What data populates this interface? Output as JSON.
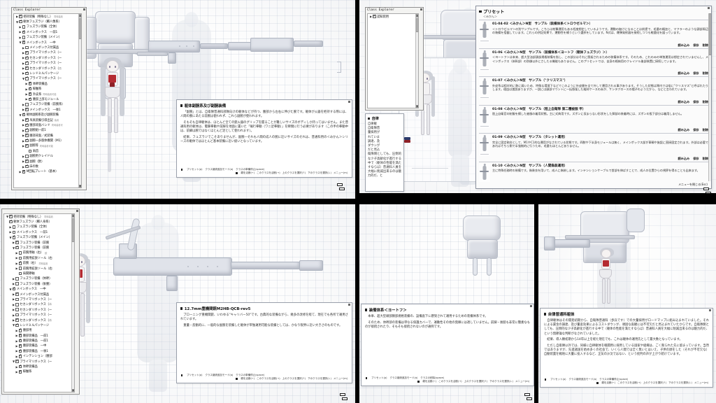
{
  "app": {
    "window_title": "Class Explorer",
    "menu_close_hint": "メニューを閉じる(Esc)"
  },
  "tree_top_left": {
    "title": "Class Explorer",
    "items": [
      {
        "depth": 1,
        "arrow": "▶",
        "checked": true,
        "label": "把持装備（特殊なし）",
        "note": "同時装着"
      },
      {
        "depth": 1,
        "arrow": "▼",
        "checked": true,
        "label": "躯体フュズラジ（鱗人像系）",
        "note": ""
      },
      {
        "depth": 2,
        "arrow": "▶",
        "checked": false,
        "label": "フュズラジ装備（全体）",
        "note": ""
      },
      {
        "depth": 2,
        "arrow": "▶",
        "checked": true,
        "label": "メインボックス　―前1",
        "note": ""
      },
      {
        "depth": 2,
        "arrow": "▶",
        "checked": false,
        "label": "フュズラジ装備（メイン）",
        "note": ""
      },
      {
        "depth": 2,
        "arrow": "▼",
        "checked": true,
        "label": "メインボックス　―中",
        "note": ""
      },
      {
        "depth": 3,
        "arrow": "▶",
        "checked": false,
        "label": "メインボックス付属品",
        "note": ""
      },
      {
        "depth": 3,
        "arrow": "▶",
        "checked": true,
        "label": "プライマリボックス（ー",
        "note": ""
      },
      {
        "depth": 3,
        "arrow": "▶",
        "checked": true,
        "label": "セカンダリボックス（ー",
        "note": ""
      },
      {
        "depth": 3,
        "arrow": "▶",
        "checked": true,
        "label": "プライマリボックス（ー",
        "note": ""
      },
      {
        "depth": 3,
        "arrow": "▶",
        "checked": true,
        "label": "セカンダリボックス（ニ",
        "note": ""
      },
      {
        "depth": 3,
        "arrow": "▶",
        "checked": true,
        "label": "レンドミルパッケージ",
        "note": ""
      },
      {
        "depth": 3,
        "arrow": "▼",
        "checked": true,
        "label": "プライマリボックス（ー",
        "note": ""
      },
      {
        "depth": 4,
        "arrow": "▶",
        "checked": true,
        "label": "体幹装備品",
        "note": ""
      },
      {
        "depth": 4,
        "arrow": "▶",
        "checked": true,
        "label": "稼働系",
        "note": ""
      },
      {
        "depth": 4,
        "arrow": "▶",
        "checked": true,
        "label": "外皮系",
        "note": "同時装着可能"
      },
      {
        "depth": 4,
        "arrow": "▶",
        "checked": true,
        "label": "腰部上部モジュール",
        "note": ""
      },
      {
        "depth": 3,
        "arrow": "▶",
        "checked": false,
        "label": "フュズラジ装備（前腕系）",
        "note": ""
      },
      {
        "depth": 3,
        "arrow": "▶",
        "checked": true,
        "label": "メインボックス　―後1",
        "note": ""
      },
      {
        "depth": 2,
        "arrow": "▼",
        "checked": true,
        "label": "躯体副腕系及び副腕装備",
        "note": ""
      },
      {
        "depth": 3,
        "arrow": "▶",
        "checked": true,
        "label": "吊具装備引導出記",
        "note": "装着"
      },
      {
        "depth": 3,
        "arrow": "▶",
        "checked": true,
        "label": "腰部背面バンド",
        "note": "同時装着可"
      },
      {
        "depth": 3,
        "arrow": "▶",
        "checked": true,
        "label": "副腕組―前1",
        "note": ""
      },
      {
        "depth": 3,
        "arrow": "▶",
        "checked": true,
        "label": "腰部背面／式装備",
        "note": ""
      },
      {
        "depth": 3,
        "arrow": "▶",
        "checked": true,
        "label": "副腕―多肢体機関（M1）",
        "note": ""
      },
      {
        "depth": 3,
        "arrow": "▶",
        "checked": true,
        "label": "副腕等",
        "note": "同時装着可能"
      },
      {
        "depth": 4,
        "arrow": "",
        "checked": false,
        "label": "肩首",
        "note": ""
      },
      {
        "depth": 3,
        "arrow": "▶",
        "checked": false,
        "label": "副腕用クレイドル",
        "note": ""
      },
      {
        "depth": 3,
        "arrow": "▶",
        "checked": true,
        "label": "副腕（欧）",
        "note": ""
      },
      {
        "depth": 3,
        "arrow": "▶",
        "checked": true,
        "label": "床の数",
        "note": ""
      },
      {
        "depth": 2,
        "arrow": "▶",
        "checked": true,
        "label": "M回転プレート（基本）",
        "note": ""
      }
    ]
  },
  "tree_bottom_left": {
    "title": "",
    "items": [
      {
        "depth": 1,
        "arrow": "▼",
        "checked": true,
        "label": "把持装備（特殊なし）",
        "note": "同時装着"
      },
      {
        "depth": 1,
        "arrow": "",
        "checked": true,
        "label": "躯体フュズラジ（鱗人身系）",
        "note": ""
      },
      {
        "depth": 2,
        "arrow": "▶",
        "checked": false,
        "label": "フュズラジ装備（全体）",
        "note": ""
      },
      {
        "depth": 2,
        "arrow": "▶",
        "checked": false,
        "label": "メインボックス　―前1",
        "note": ""
      },
      {
        "depth": 2,
        "arrow": "▼",
        "checked": true,
        "label": "フュズラジ装備（メイン）",
        "note": ""
      },
      {
        "depth": 3,
        "arrow": "▶",
        "checked": true,
        "label": "フュズラジ装備（前腕",
        "note": ""
      },
      {
        "depth": 3,
        "arrow": "▼",
        "checked": true,
        "label": "フュズラジ装備（前腕",
        "note": ""
      },
      {
        "depth": 4,
        "arrow": "▶",
        "checked": false,
        "label": "前腕用軸（右）",
        "note": "欧"
      },
      {
        "depth": 4,
        "arrow": "▶",
        "checked": false,
        "label": "前腕用拡張ソール（右",
        "note": ""
      },
      {
        "depth": 4,
        "arrow": "▶",
        "checked": true,
        "label": "前腕（右）",
        "note": "同時装着"
      },
      {
        "depth": 4,
        "arrow": "▶",
        "checked": false,
        "label": "前腕用拡張ソール（右",
        "note": ""
      },
      {
        "depth": 4,
        "arrow": "",
        "checked": false,
        "label": "肩関節軸",
        "note": ""
      },
      {
        "depth": 3,
        "arrow": "▶",
        "checked": false,
        "label": "フュズラジ装備（体幹）",
        "note": ""
      },
      {
        "depth": 3,
        "arrow": "▶",
        "checked": false,
        "label": "フュズラジ装備（後腰）",
        "note": ""
      },
      {
        "depth": 2,
        "arrow": "▼",
        "checked": true,
        "label": "メインボックス　―中",
        "note": ""
      },
      {
        "depth": 3,
        "arrow": "▶",
        "checked": true,
        "label": "メインボックス付属品",
        "note": ""
      },
      {
        "depth": 3,
        "arrow": "▶",
        "checked": false,
        "label": "プライマリボックス（ー",
        "note": ""
      },
      {
        "depth": 3,
        "arrow": "▶",
        "checked": false,
        "label": "セカンダリボックス（ニ",
        "note": ""
      },
      {
        "depth": 3,
        "arrow": "▶",
        "checked": false,
        "label": "セカンダリボックス（ー",
        "note": ""
      },
      {
        "depth": 3,
        "arrow": "▶",
        "checked": false,
        "label": "プライマリボックス（ー",
        "note": ""
      },
      {
        "depth": 3,
        "arrow": "▶",
        "checked": true,
        "label": "セカンダリボックス（ニ",
        "note": ""
      },
      {
        "depth": 3,
        "arrow": "▼",
        "checked": true,
        "label": "レンドミルパッケージ",
        "note": ""
      },
      {
        "depth": 4,
        "arrow": "▶",
        "checked": true,
        "label": "腰部用",
        "note": ""
      },
      {
        "depth": 4,
        "arrow": "▶",
        "checked": true,
        "label": "腰部装備品　―前1",
        "note": ""
      },
      {
        "depth": 4,
        "arrow": "▶",
        "checked": true,
        "label": "腰部装備品　―前1",
        "note": ""
      },
      {
        "depth": 4,
        "arrow": "▶",
        "checked": true,
        "label": "腰部装備品　―中",
        "note": ""
      },
      {
        "depth": 4,
        "arrow": "▶",
        "checked": true,
        "label": "腰部装備品　―後1",
        "note": ""
      },
      {
        "depth": 4,
        "arrow": "▶",
        "checked": true,
        "label": "インテンション（腰部",
        "note": ""
      },
      {
        "depth": 3,
        "arrow": "▼",
        "checked": true,
        "label": "プライマリボックス（ー",
        "note": ""
      },
      {
        "depth": 4,
        "arrow": "▶",
        "checked": true,
        "label": "体幹装備品",
        "note": ""
      },
      {
        "depth": 4,
        "arrow": "▶",
        "checked": true,
        "label": "稼働系",
        "note": ""
      }
    ]
  },
  "tree_top_right": {
    "title": "Class Explorer",
    "items": [
      {
        "depth": 1,
        "arrow": "▶",
        "checked": true,
        "label": "認知装用",
        "note": ""
      }
    ]
  },
  "doc_fukuwan": {
    "heading": "躯体副腕系及び副腕装備",
    "paragraphs": [
      "「副腕」とは、自衛隊普通科部隊向けの躯体などが持つ、腰部から左右に伸びた腕です。躯体が火器を把持する際には、人間の腕にあたる前腕は使われず、これら副腕が使われます。",
      "そもそも自律躯体は、ほとんど全ての銃火器のグリップを握ることが難しいサイズのボディしか持ってはいません。また普通科用の躯体は、電撃拳動や前脚を地面に置いた「匍行拳動（ワニ足拳動）」を瞬間に行う必要があります（この手の拳動中は、前脚は腕ではなくほとんど足として使われます）。",
      "結果、フュズラジでこそありませんが、副腕―それも人間の成人の腕に近いサイズのそれは、普通科用の＜みかん＞シリーズの躯体ではほとんど基本装備に近い扱いとなっています。"
    ]
  },
  "doc_mg": {
    "heading": "12.7mm重機関銃M2HB-QCB-rev5",
    "paragraphs": [
      "ブローニング重機関銃、いわゆる\"キャリバー50\"です。古典的な装備ながら、幾多の改修を経て、現在でも各所で運用されています。",
      "重量・反動的に、一般的な副腕を装備した躯体が単独運用可能な装備としては、かなり限界に近い大きさのものです。"
    ]
  },
  "doc_yotohu": {
    "heading": "装備体系＜ヨートフ＞",
    "paragraphs": [
      "本車、超大型頭部胴部規格装備の、設備直下に懸架されて運用するための装備体系です。",
      "そのため、体幹部の装備は単なる保護カバーで、運動性その他の発揮には適していません。前脚・後肢も非常に簡素なものが接続されたり、そもそも接続されないのが通例です。"
    ]
  },
  "doc_jiritsu": {
    "heading": "自律普通科躯体",
    "paragraphs": [
      "自律躯体はその開発初期から、自衛隊普通科（歩兵です）での大量採用がロードマップに組み込まれていました。それによる賃金の調達、及び量産効果によるコストダウンが、頑固な直観には不可欠だと見込まれていたからです。自衛隊側としても、圧倒的な少子高齢化が進行する中で（躯体の性能を満たすならば）普通科人員を大幅に削減出来るのは魅力的だ、という無節操な判断がなされていました。",
      "結果、導入顛初期から14年以上を経た現在でも、これは躯体の運用先として最大数となっています。",
      "ただし自衛隊以外では、同様に自律躯体を戦闘用に採用している国家や組織は、ごく限られた先に留まっています。当然ではありますが、先進諸国を始め多くの社会で、いくら人間では全く無いとはいえ、子供の顔をした（それが不可欠な）自動装置を戦地に大量に投入するなど、正気の沙汰ではない、という批判の声が上がり続けています。"
    ]
  },
  "doc_jiritsu_small": {
    "heading": "自律",
    "paragraphs": [
      "自律躯\n自衛隊普\n量採用が\nれていま\n調達、及\nダウンが\nだと見込\n衛隊側としても、圧倒的な少子高齢化が進行する中で（躯体の性能を満たすならば）普通科人員を大幅に削減出来るのは魅力的だ、と"
    ]
  },
  "presets": {
    "title": "プリセット",
    "subtitle": "＜みかん＞",
    "actions": {
      "load": "読み込み",
      "save": "保存",
      "delete": "削除"
    },
    "items": [
      {
        "title": "01-04-02 ＜みかん＞N型　サンプル（装備体系＜トロウゼルマ＞）",
        "desc": "＜トロウゼルマ＞の別サンプルです。こちらは射撃運用もある程度想定しているようです。運動の枷けになることは前提で、毛量の概加と、マフラーのような頭部周辺の装備を搭載しています。これらの併記効果で、運動性を補うという選択をしています。N式は、爆弾発射器を接続しつつも軽量化を図っています。"
      },
      {
        "title": "01-06 ＜みかん＞N型　サンプル（装備体系＜ヨートフ（躯体フュズラジ）＞）",
        "desc": "＜ヨートフ＞は本来、超大型油部頭部規格装備を指し、この部分はそれに懸架されるための装備体系です。そのため、これのみの単独運用は想定されていませんし、メインボックス（体幹部）の防御以外にさしたる機能もありません。このプリセットでは、自身の格納用のクレイドル後部装置に接続しています。"
      },
      {
        "title": "01-07 ＜みかん＞N型　サンプル（\"クリスマス\"）",
        "desc": "外皮系は相対的に熱に弱いため、特殊な環境下などでこのように外皮層を全て外して運用される事があります。そうした状態は隊内では俗に\"クリスマス\"と呼ばれたりします。理由は諸説ありますが、一説には頭部マウントに一括懸架した緩材ケースの赤が、サンタクロースの帽子のようだから、などと言われています。"
      },
      {
        "title": "01-08 ＜みかん＞N型　サンプル（陸上自衛隊 第二種被服 甲）",
        "desc": "陸上自衛官の制服を模した被服の着用状態。主に式典用です。ズボンに収まらない形状をした脚部の装着時には、ズボンの股下部分は着用しません。"
      },
      {
        "title": "01-09 ＜みかん＞N型　サンプル（タレット運用）",
        "desc": "完全に固定砲台として、M1やC1的な運用がなされている状態です。四肢や下半身モジュールは無く、メインボックス部が車輌や施設に直接固定されます。外部は必要であればそちら側で半強制的に行うため、毛量もほとんどありません。"
      },
      {
        "title": "01-10 ＜みかん＞N型　サンプル（人間偽装運用）",
        "desc": "主に特殊任務時の装備です。偽装衣を用いて、成人に偽装します。インテンションケーブルで首部を伸ばすことで、成人の位置からの視界を得ることも出来ます。"
      }
    ]
  },
  "hints": {
    "row1": [
      "プリセット(p)",
      "クラス継続追加モード(a)",
      "クラスの単備停止(space)"
    ],
    "row1_alt": [
      "プリセット(p)",
      "クラス継続追加モード(a)",
      "クラスの削除(space)"
    ],
    "row2": [
      "親を活断(←)",
      "このクラスを活断(→)",
      "上のクラスを選択(↑)",
      "下のクラスを選択(↓)",
      "メニュー(m)"
    ]
  },
  "icons": {
    "save": "save-swap-icon",
    "close": "close-icon",
    "expand": "▶",
    "collapse": "▼",
    "check": "✔"
  },
  "colors": {
    "accent_red": "#b42b32",
    "highlight_text": "#c0392b",
    "panel_bg": "#fbfbfb",
    "window_chrome": "#f3f3f1",
    "selection": "#cfe0f5"
  }
}
